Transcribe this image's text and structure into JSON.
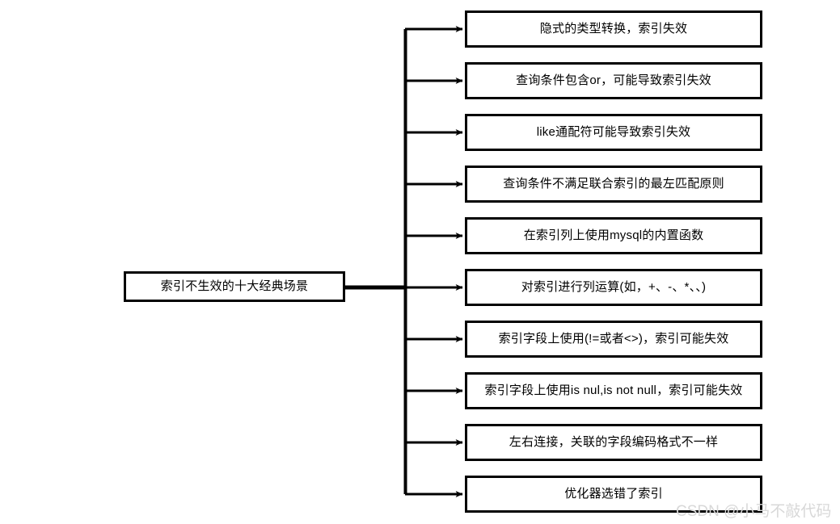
{
  "diagram": {
    "type": "mindmap-tree",
    "orientation": "left-to-right",
    "root": {
      "label": "索引不生效的十大经典场景"
    },
    "branches": [
      {
        "label": "隐式的类型转换，索引失效"
      },
      {
        "label": "查询条件包含or，可能导致索引失效"
      },
      {
        "label": "like通配符可能导致索引失效"
      },
      {
        "label": "查询条件不满足联合索引的最左匹配原则"
      },
      {
        "label": "在索引列上使用mysql的内置函数"
      },
      {
        "label": "对索引进行列运算(如，+、-、*、、)"
      },
      {
        "label": "索引字段上使用(!=或者<>)，索引可能失效"
      },
      {
        "label": "索引字段上使用is nul,is not null，索引可能失效"
      },
      {
        "label": "左右连接，关联的字段编码格式不一样"
      },
      {
        "label": "优化器选错了索引"
      }
    ],
    "colors": {
      "background": "#ffffff",
      "stroke": "#000000",
      "node_fill": "#ffffff",
      "text": "#000000",
      "watermark": "#d8d8d8"
    }
  },
  "watermark": {
    "text": "CSDN @小马不敲代码"
  }
}
